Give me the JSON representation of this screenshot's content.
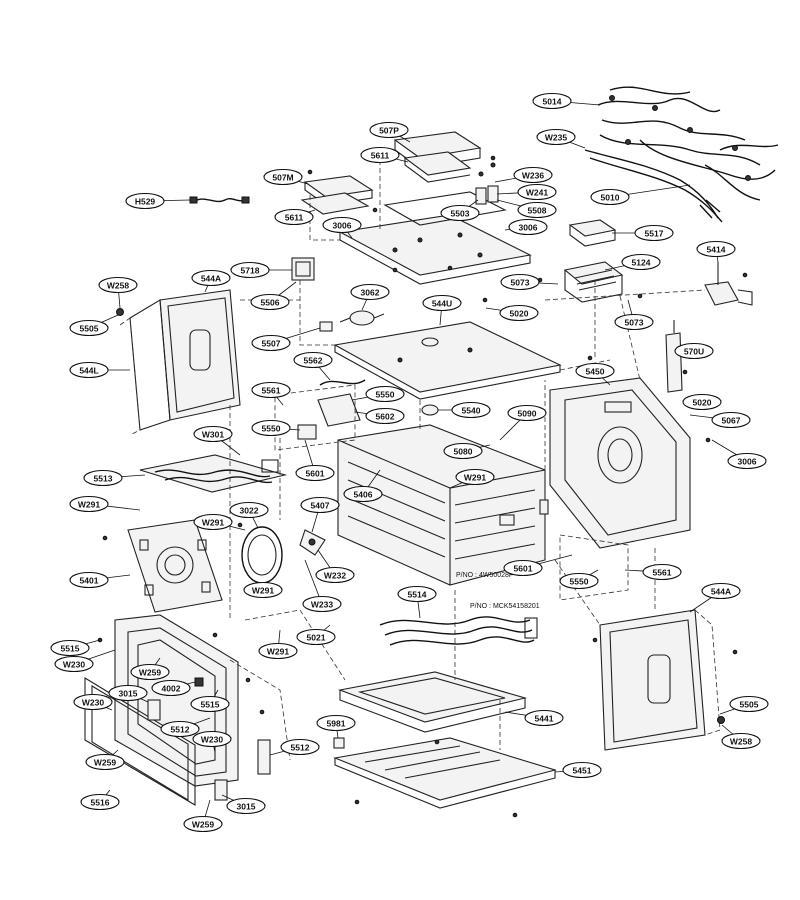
{
  "callouts": [
    {
      "id": "c5014",
      "label": "5014"
    },
    {
      "id": "cW235",
      "label": "W235"
    },
    {
      "id": "c507P",
      "label": "507P"
    },
    {
      "id": "c5611a",
      "label": "5611"
    },
    {
      "id": "c507M",
      "label": "507M"
    },
    {
      "id": "cW236",
      "label": "W236"
    },
    {
      "id": "cW241",
      "label": "W241"
    },
    {
      "id": "c5010",
      "label": "5010"
    },
    {
      "id": "cH529",
      "label": "H529"
    },
    {
      "id": "c5503",
      "label": "5503"
    },
    {
      "id": "c5508",
      "label": "5508"
    },
    {
      "id": "c5611b",
      "label": "5611"
    },
    {
      "id": "c3006a",
      "label": "3006"
    },
    {
      "id": "c3006b",
      "label": "3006"
    },
    {
      "id": "c5517",
      "label": "5517"
    },
    {
      "id": "c5414",
      "label": "5414"
    },
    {
      "id": "c5718",
      "label": "5718"
    },
    {
      "id": "c544A_top",
      "label": "544A"
    },
    {
      "id": "c5124",
      "label": "5124"
    },
    {
      "id": "cW258_top",
      "label": "W258"
    },
    {
      "id": "c5506",
      "label": "5506"
    },
    {
      "id": "c3062",
      "label": "3062"
    },
    {
      "id": "c5073a",
      "label": "5073"
    },
    {
      "id": "c544U",
      "label": "544U"
    },
    {
      "id": "c5505_top",
      "label": "5505"
    },
    {
      "id": "c5020a",
      "label": "5020"
    },
    {
      "id": "c5073b",
      "label": "5073"
    },
    {
      "id": "c5507",
      "label": "5507"
    },
    {
      "id": "c570U",
      "label": "570U"
    },
    {
      "id": "c5562",
      "label": "5562"
    },
    {
      "id": "c544L",
      "label": "544L"
    },
    {
      "id": "c5450",
      "label": "5450"
    },
    {
      "id": "c5561a",
      "label": "5561"
    },
    {
      "id": "c5550a",
      "label": "5550"
    },
    {
      "id": "c5020b",
      "label": "5020"
    },
    {
      "id": "c5540",
      "label": "5540"
    },
    {
      "id": "c5090",
      "label": "5090"
    },
    {
      "id": "c5602",
      "label": "5602"
    },
    {
      "id": "c5067",
      "label": "5067"
    },
    {
      "id": "c5550b",
      "label": "5550"
    },
    {
      "id": "cW301",
      "label": "W301"
    },
    {
      "id": "c5080",
      "label": "5080"
    },
    {
      "id": "c3006c",
      "label": "3006"
    },
    {
      "id": "c5601a",
      "label": "5601"
    },
    {
      "id": "cW291a",
      "label": "W291"
    },
    {
      "id": "c5513",
      "label": "5513"
    },
    {
      "id": "c5406",
      "label": "5406"
    },
    {
      "id": "cW291b",
      "label": "W291"
    },
    {
      "id": "c3022",
      "label": "3022"
    },
    {
      "id": "c5407",
      "label": "5407"
    },
    {
      "id": "cW291c",
      "label": "W291"
    },
    {
      "id": "cW232",
      "label": "W232"
    },
    {
      "id": "c5601b",
      "label": "5601"
    },
    {
      "id": "c5561b",
      "label": "5561"
    },
    {
      "id": "c5550c",
      "label": "5550"
    },
    {
      "id": "c5401",
      "label": "5401"
    },
    {
      "id": "cW291d",
      "label": "W291"
    },
    {
      "id": "c544A_bot",
      "label": "544A"
    },
    {
      "id": "c5514",
      "label": "5514"
    },
    {
      "id": "cW233",
      "label": "W233"
    },
    {
      "id": "c5021",
      "label": "5021"
    },
    {
      "id": "c5515a",
      "label": "5515"
    },
    {
      "id": "cW291e",
      "label": "W291"
    },
    {
      "id": "cW230a",
      "label": "W230"
    },
    {
      "id": "cW259a",
      "label": "W259"
    },
    {
      "id": "c3015a",
      "label": "3015"
    },
    {
      "id": "c4002",
      "label": "4002"
    },
    {
      "id": "cW230b",
      "label": "W230"
    },
    {
      "id": "c5515b",
      "label": "5515"
    },
    {
      "id": "c5512a",
      "label": "5512"
    },
    {
      "id": "c5441",
      "label": "5441"
    },
    {
      "id": "c5505_bot",
      "label": "5505"
    },
    {
      "id": "cW230c",
      "label": "W230"
    },
    {
      "id": "c5981",
      "label": "5981"
    },
    {
      "id": "cW258_bot",
      "label": "W258"
    },
    {
      "id": "c5512b",
      "label": "5512"
    },
    {
      "id": "cW259b",
      "label": "W259"
    },
    {
      "id": "c5451",
      "label": "5451"
    },
    {
      "id": "c5516",
      "label": "5516"
    },
    {
      "id": "c3015b",
      "label": "3015"
    },
    {
      "id": "cW259c",
      "label": "W259"
    }
  ],
  "notes": {
    "pno1": "P/NO : 4W50028F",
    "pno2": "P/NO : MCK54158201"
  }
}
